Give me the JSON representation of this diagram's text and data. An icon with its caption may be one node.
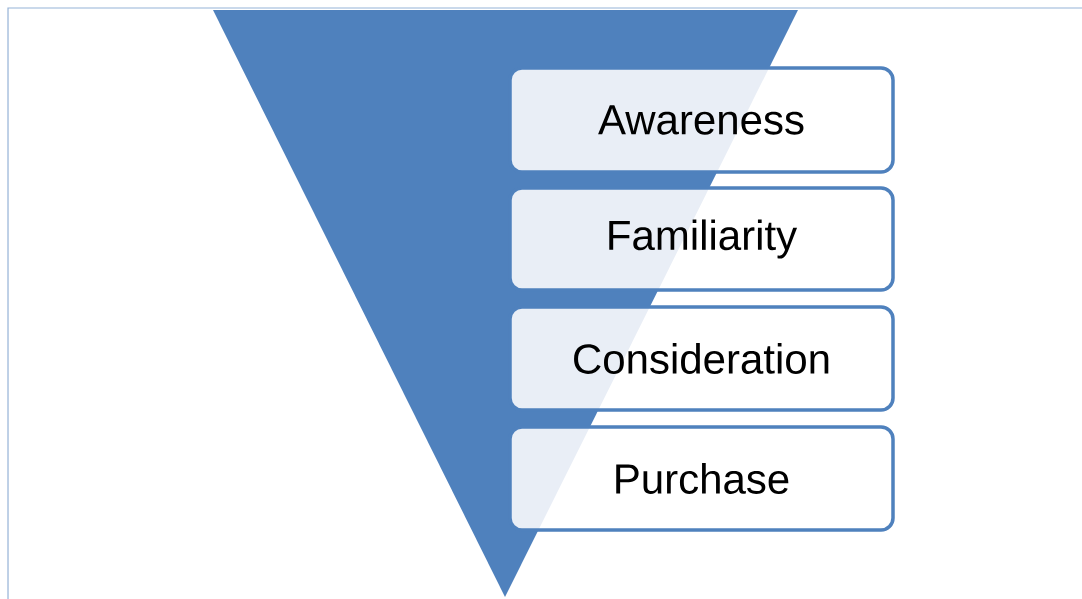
{
  "diagram": {
    "nodes": [
      {
        "text": [
          "Awareness"
        ]
      },
      {
        "text": [
          "Familiarity"
        ]
      },
      {
        "text": [
          "Consideration"
        ]
      },
      {
        "text": [
          "Purchase"
        ]
      }
    ]
  }
}
